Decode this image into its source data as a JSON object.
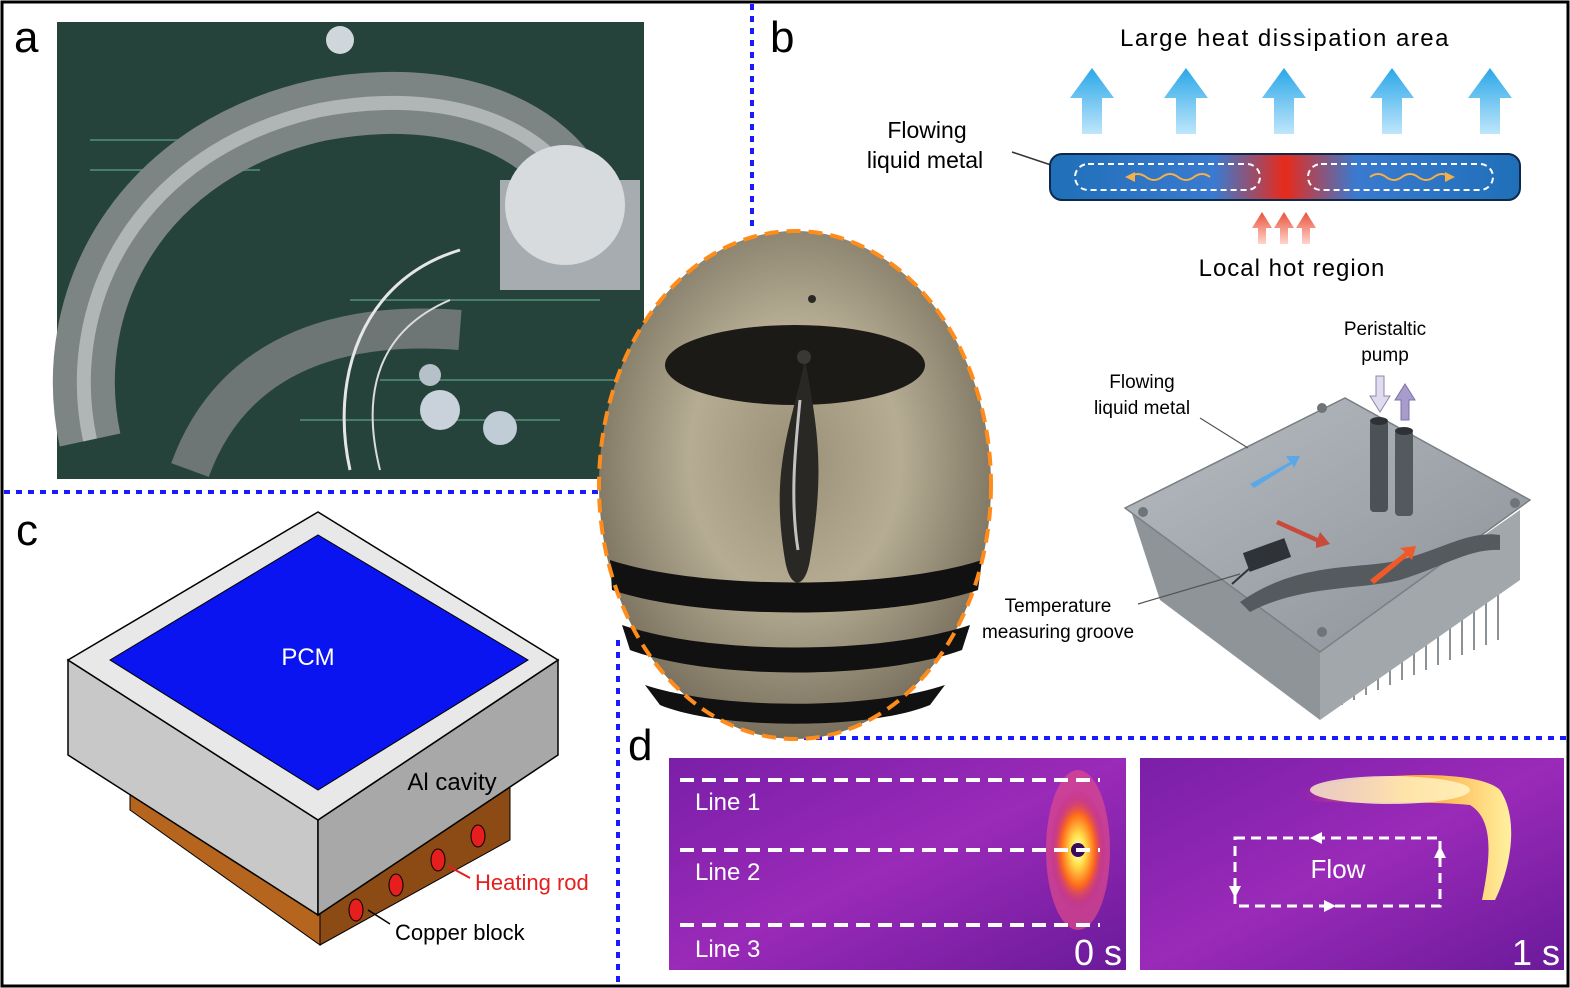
{
  "panels": {
    "a": {
      "letter": "a"
    },
    "b": {
      "letter": "b",
      "top_title": "Large heat dissipation area",
      "flow_label": [
        "Flowing",
        "liquid metal"
      ],
      "hot_label": "Local hot region",
      "device_flow_label": [
        "Flowing",
        "liquid metal"
      ],
      "pump_label": [
        "Peristaltic",
        "pump"
      ],
      "groove_label": [
        "Temperature",
        "measuring groove"
      ]
    },
    "c": {
      "letter": "c",
      "pcm_label": "PCM",
      "cavity_label": "Al cavity",
      "heating_label": "Heating rod",
      "copper_label": "Copper block"
    },
    "d": {
      "letter": "d",
      "lines": [
        "Line 1",
        "Line 2",
        "Line 3"
      ],
      "time_left": "0 s",
      "flow_label": "Flow",
      "time_right": "1 s"
    }
  },
  "colors": {
    "divider": "#1a1aff",
    "pcm": "#0a14f0",
    "ellipse_border": "#ff8c1a",
    "hot_text": "#e61e1e"
  }
}
